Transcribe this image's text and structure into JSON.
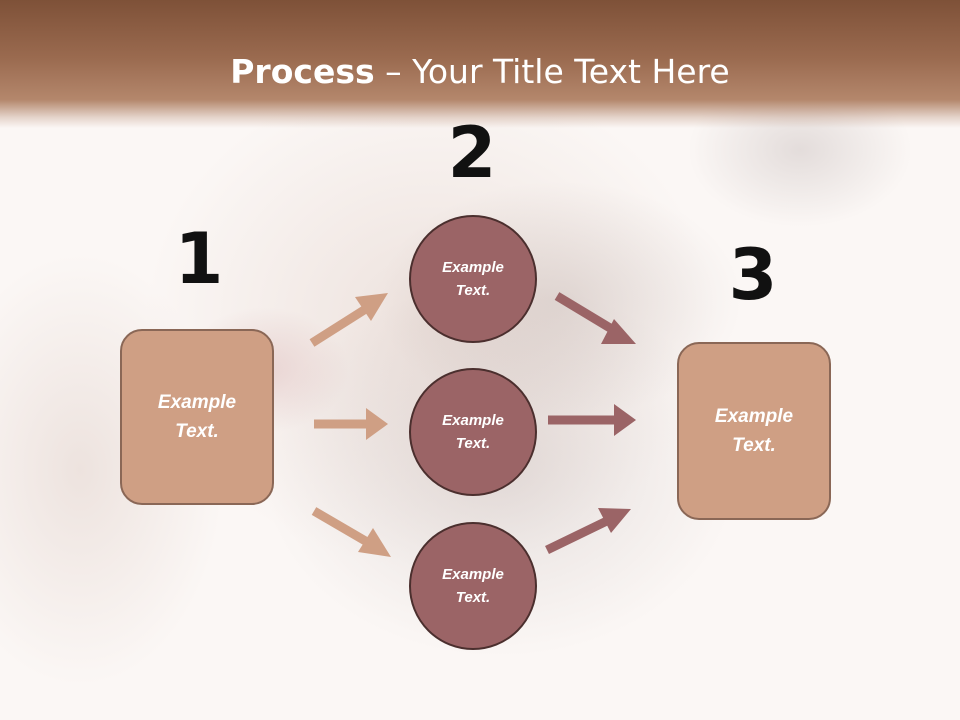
{
  "slide": {
    "title_bold": "Process",
    "title_rest": " – Your Title Text Here",
    "colors": {
      "title_bar": "#9a6a4f",
      "box_fill": "#cf9f84",
      "circle_fill": "#9b6466",
      "arrow_left": "#cf9f84",
      "arrow_right": "#9b6466"
    }
  },
  "steps": {
    "n1": "1",
    "n2": "2",
    "n3": "3"
  },
  "nodes": {
    "left_box": "Example\nText.",
    "circle_top": "Example\nText.",
    "circle_middle": "Example\nText.",
    "circle_bottom": "Example\nText.",
    "right_box": "Example\nText."
  }
}
